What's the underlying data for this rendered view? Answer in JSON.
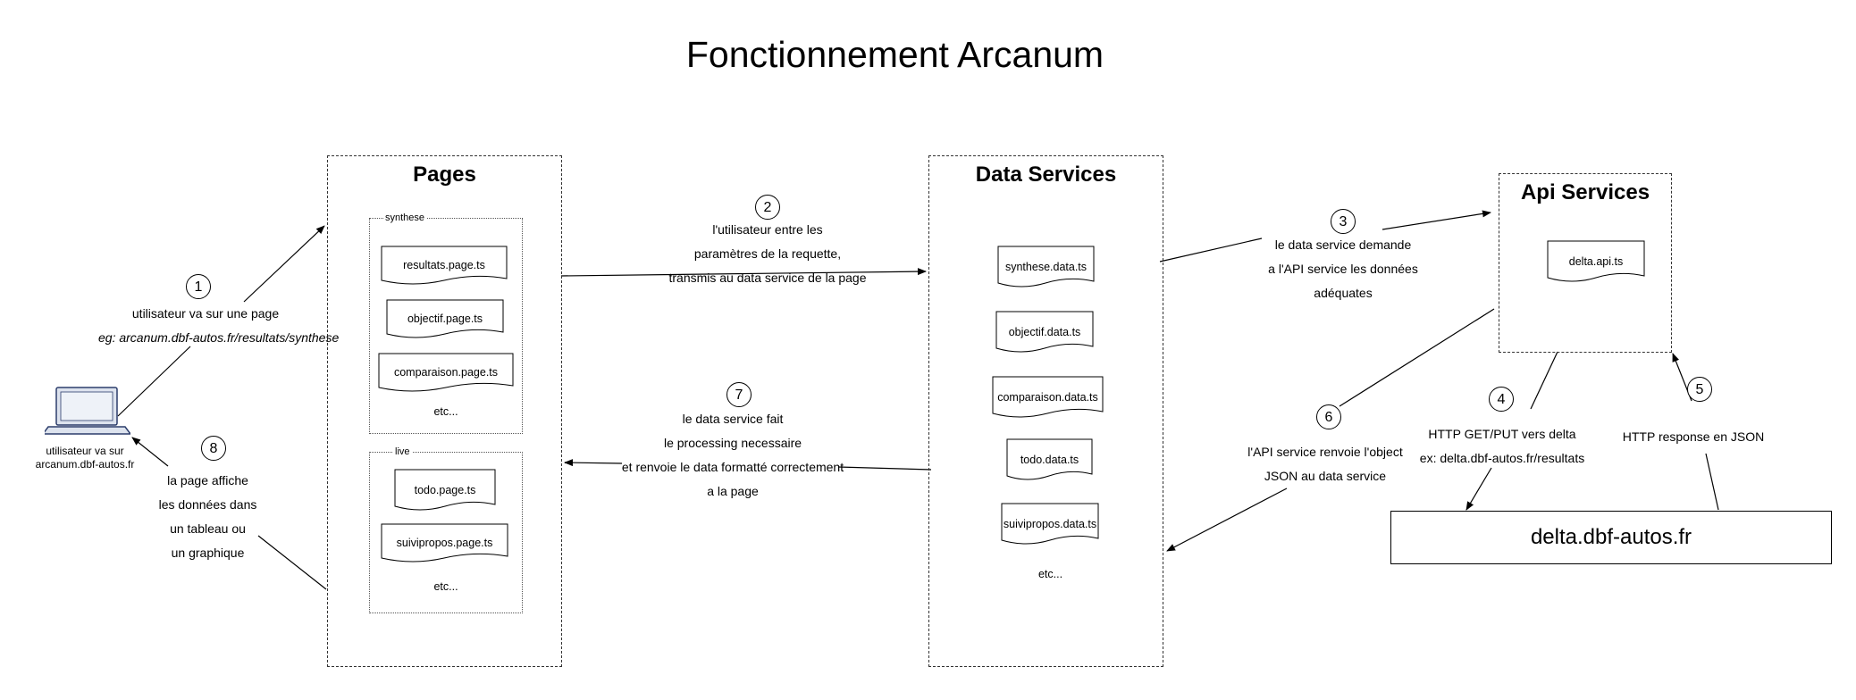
{
  "title": "Fonctionnement Arcanum",
  "containers": {
    "pages": "Pages",
    "data_services": "Data Services",
    "api_services": "Api Services"
  },
  "groups": {
    "synthese": "synthese",
    "live": "live"
  },
  "pages_synthese": [
    "resultats.page.ts",
    "objectif.page.ts",
    "comparaison.page.ts"
  ],
  "pages_live": [
    "todo.page.ts",
    "suivipropos.page.ts"
  ],
  "etc": "etc...",
  "data_services": [
    "synthese.data.ts",
    "objectif.data.ts",
    "comparaison.data.ts",
    "todo.data.ts",
    "suivipropos.data.ts"
  ],
  "api_services": [
    "delta.api.ts"
  ],
  "delta_server": "delta.dbf-autos.fr",
  "laptop_caption": [
    "utilisateur va sur",
    "arcanum.dbf-autos.fr"
  ],
  "steps": [
    {
      "n": "1",
      "lines": [
        "utilisateur va sur une page",
        "eg: arcanum.dbf-autos.fr/resultats/synthese"
      ]
    },
    {
      "n": "2",
      "lines": [
        "l'utilisateur entre les",
        "paramètres de la requette,",
        "transmis au data service de la page"
      ]
    },
    {
      "n": "3",
      "lines": [
        "le data service demande",
        "a l'API service les données",
        "adéquates"
      ]
    },
    {
      "n": "4",
      "lines": [
        "HTTP GET/PUT vers delta",
        "ex: delta.dbf-autos.fr/resultats"
      ]
    },
    {
      "n": "5",
      "lines": [
        "HTTP response en JSON"
      ]
    },
    {
      "n": "6",
      "lines": [
        "l'API service renvoie l'object",
        "JSON au data service"
      ]
    },
    {
      "n": "7",
      "lines": [
        "le data service fait",
        "le processing necessaire",
        "et renvoie le data formatté correctement",
        "a la page"
      ]
    },
    {
      "n": "8",
      "lines": [
        "la page affiche",
        "les données dans",
        "un tableau ou",
        "un graphique"
      ]
    }
  ]
}
